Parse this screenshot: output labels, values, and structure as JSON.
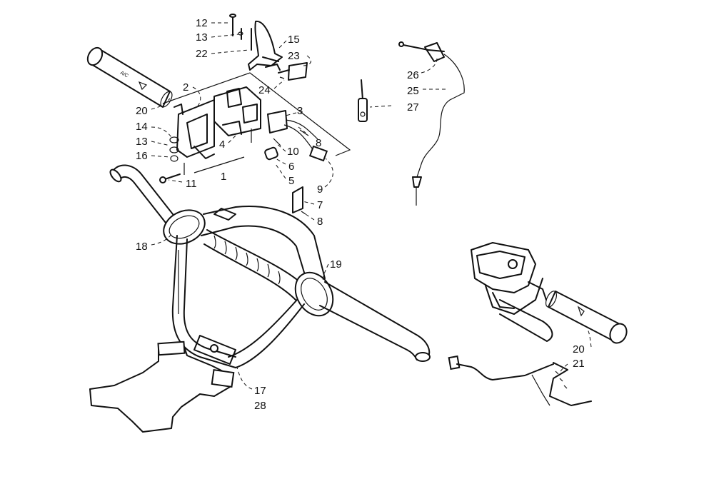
{
  "callouts": [
    {
      "id": "c12a",
      "label": "12"
    },
    {
      "id": "c13a",
      "label": "13"
    },
    {
      "id": "c22",
      "label": "22"
    },
    {
      "id": "c15",
      "label": "15"
    },
    {
      "id": "c23",
      "label": "23"
    },
    {
      "id": "c24",
      "label": "24"
    },
    {
      "id": "c2",
      "label": "2"
    },
    {
      "id": "c20a",
      "label": "20"
    },
    {
      "id": "c14",
      "label": "14"
    },
    {
      "id": "c13b",
      "label": "13"
    },
    {
      "id": "c16",
      "label": "16"
    },
    {
      "id": "c11",
      "label": "11"
    },
    {
      "id": "c1",
      "label": "1"
    },
    {
      "id": "c4",
      "label": "4"
    },
    {
      "id": "c3",
      "label": "3"
    },
    {
      "id": "c8a",
      "label": "8"
    },
    {
      "id": "c10",
      "label": "10"
    },
    {
      "id": "c6",
      "label": "6"
    },
    {
      "id": "c5",
      "label": "5"
    },
    {
      "id": "c9",
      "label": "9"
    },
    {
      "id": "c7",
      "label": "7"
    },
    {
      "id": "c8b",
      "label": "8"
    },
    {
      "id": "c26",
      "label": "26"
    },
    {
      "id": "c25",
      "label": "25"
    },
    {
      "id": "c27",
      "label": "27"
    },
    {
      "id": "c18",
      "label": "18"
    },
    {
      "id": "c19",
      "label": "19"
    },
    {
      "id": "c17",
      "label": "17"
    },
    {
      "id": "c28",
      "label": "28"
    },
    {
      "id": "c20b",
      "label": "20"
    },
    {
      "id": "c21",
      "label": "21"
    }
  ]
}
